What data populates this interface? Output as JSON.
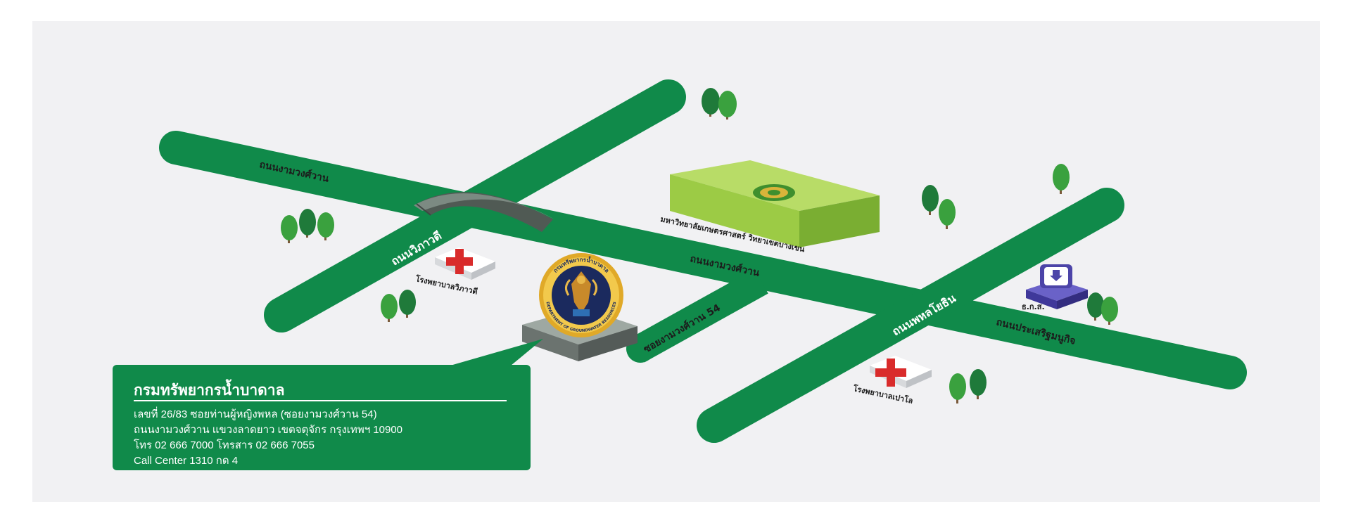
{
  "roads": {
    "ngam_wong_wan_upper": "ถนนงามวงศ์วาน",
    "ngam_wong_wan_lower": "ถนนงามวงศ์วาน",
    "vibhavadi": "ถนนวิภาวดี",
    "phahon_yothin": "ถนนพหลโยธิน",
    "prasert_manukit": "ถนนประเสริฐมนูกิจ",
    "soi_54": "ซอยงามวงศ์วาน 54"
  },
  "places": {
    "vibhavadi_hospital": "โรงพยาบาลวิภาวดี",
    "paolo_hospital": "โรงพยาบาลเปาโล",
    "kasetsart_university": "มหาวิทยาลัยเกษตรศาสตร์ วิทยาเขตบางเขน",
    "baac": "ธ.ก.ส."
  },
  "seal": {
    "top_text": "กรมทรัพยากรน้ำบาดาล",
    "bottom_text": "DEPARTMENT OF GROUNDWATER RESOURCES"
  },
  "info": {
    "title": "กรมทรัพยากรน้ำบาดาล",
    "lines": [
      "เลขที่ 26/83 ซอยท่านผู้หญิงพหล (ซอยงามวงศ์วาน 54)",
      "ถนนงามวงศ์วาน แขวงลาดยาว เขตจตุจักร กรุงเทพฯ 10900",
      "โทร 02 666 7000 โทรสาร 02 666 7055",
      "Call Center 1310 กด 4"
    ]
  },
  "colors": {
    "road": "#108a4a",
    "background": "#f1f1f3",
    "tree": "#3aa13e",
    "tree_dark": "#1f7a3a",
    "hospital_cross": "#d92b2b",
    "university_block": "#a6d052",
    "baac_block": "#4c44a8"
  }
}
